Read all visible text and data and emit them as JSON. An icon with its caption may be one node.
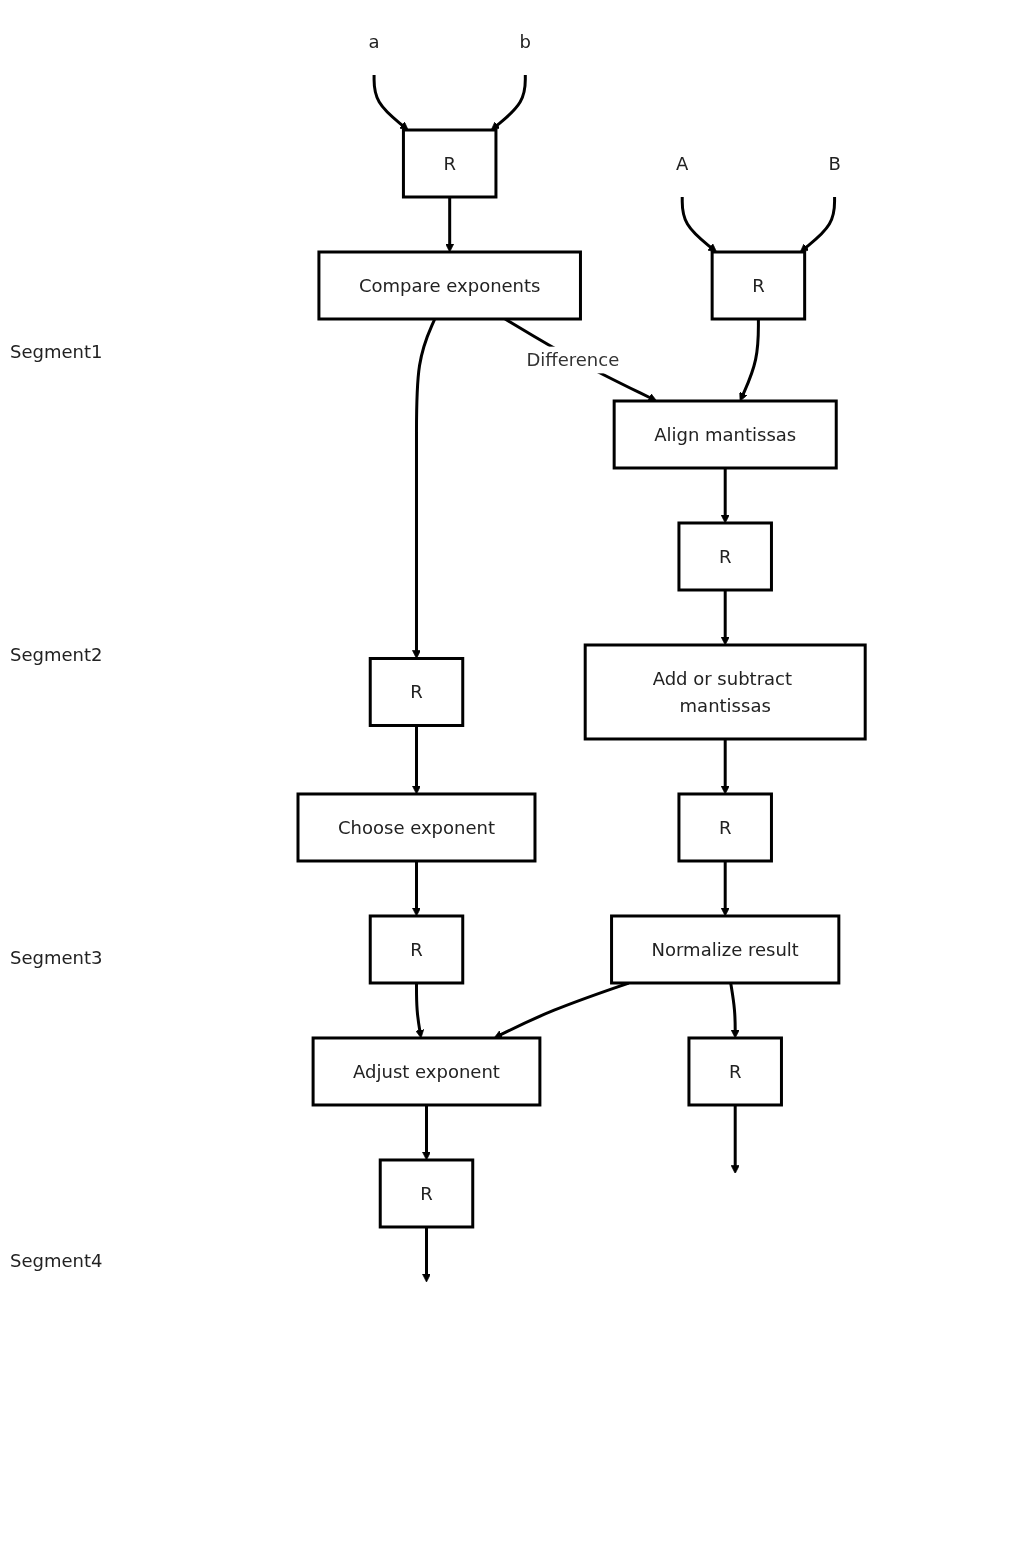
{
  "diagram": {
    "nodes": [
      {
        "text": [
          "a"
        ]
      },
      {
        "text": [
          "b"
        ]
      },
      {
        "text": [
          "A"
        ]
      },
      {
        "text": [
          "B"
        ]
      },
      {
        "text": [
          "R"
        ]
      },
      {
        "text": [
          "R"
        ]
      },
      {
        "text": [
          "Compare exponents"
        ]
      },
      {
        "text": [
          "R"
        ]
      },
      {
        "text": [
          "Choose exponent"
        ]
      },
      {
        "text": [
          "Align mantissas"
        ]
      },
      {
        "text": [
          "R"
        ]
      },
      {
        "text": [
          "Add or subtract mantissas"
        ]
      },
      {
        "text": [
          "R"
        ]
      },
      {
        "text": [
          "R"
        ]
      },
      {
        "text": [
          "Adjust exponent"
        ]
      },
      {
        "text": [
          "Normalize result"
        ]
      },
      {
        "text": [
          "R"
        ]
      },
      {
        "text": [
          "R"
        ]
      }
    ],
    "edges": [
      {
        "from": 0,
        "to": 4,
        "arrow": "to"
      },
      {
        "from": 1,
        "to": 4,
        "arrow": "to"
      },
      {
        "from": 2,
        "to": 5,
        "arrow": "to"
      },
      {
        "from": 3,
        "to": 5,
        "arrow": "to"
      },
      {
        "from": 4,
        "to": 6,
        "arrow": "to"
      },
      {
        "from": 6,
        "to": 7,
        "arrow": "to"
      },
      {
        "from": 7,
        "to": 8,
        "arrow": "to"
      },
      {
        "from": 6,
        "to": 9,
        "arrow": "to",
        "label": "Difference"
      },
      {
        "from": 5,
        "to": 9,
        "arrow": "to"
      },
      {
        "from": 9,
        "to": 10,
        "arrow": "to"
      },
      {
        "from": 10,
        "to": 11,
        "arrow": "to"
      },
      {
        "from": 8,
        "to": 12,
        "arrow": "to"
      },
      {
        "from": 11,
        "to": 13,
        "arrow": "to"
      },
      {
        "from": 12,
        "to": 14,
        "arrow": "to"
      },
      {
        "from": 13,
        "to": 15,
        "arrow": "to"
      },
      {
        "from": 15,
        "to": 14,
        "arrow": "to"
      },
      {
        "from": 14,
        "to": 16,
        "arrow": "to"
      },
      {
        "from": 15,
        "to": 17,
        "arrow": "to"
      },
      {
        "from": 16,
        "to": null,
        "arrow": "to"
      },
      {
        "from": 17,
        "to": null,
        "arrow": "to"
      }
    ],
    "labels": [
      "Segment1",
      "Segment2",
      "Segment3",
      "Segment4"
    ]
  }
}
